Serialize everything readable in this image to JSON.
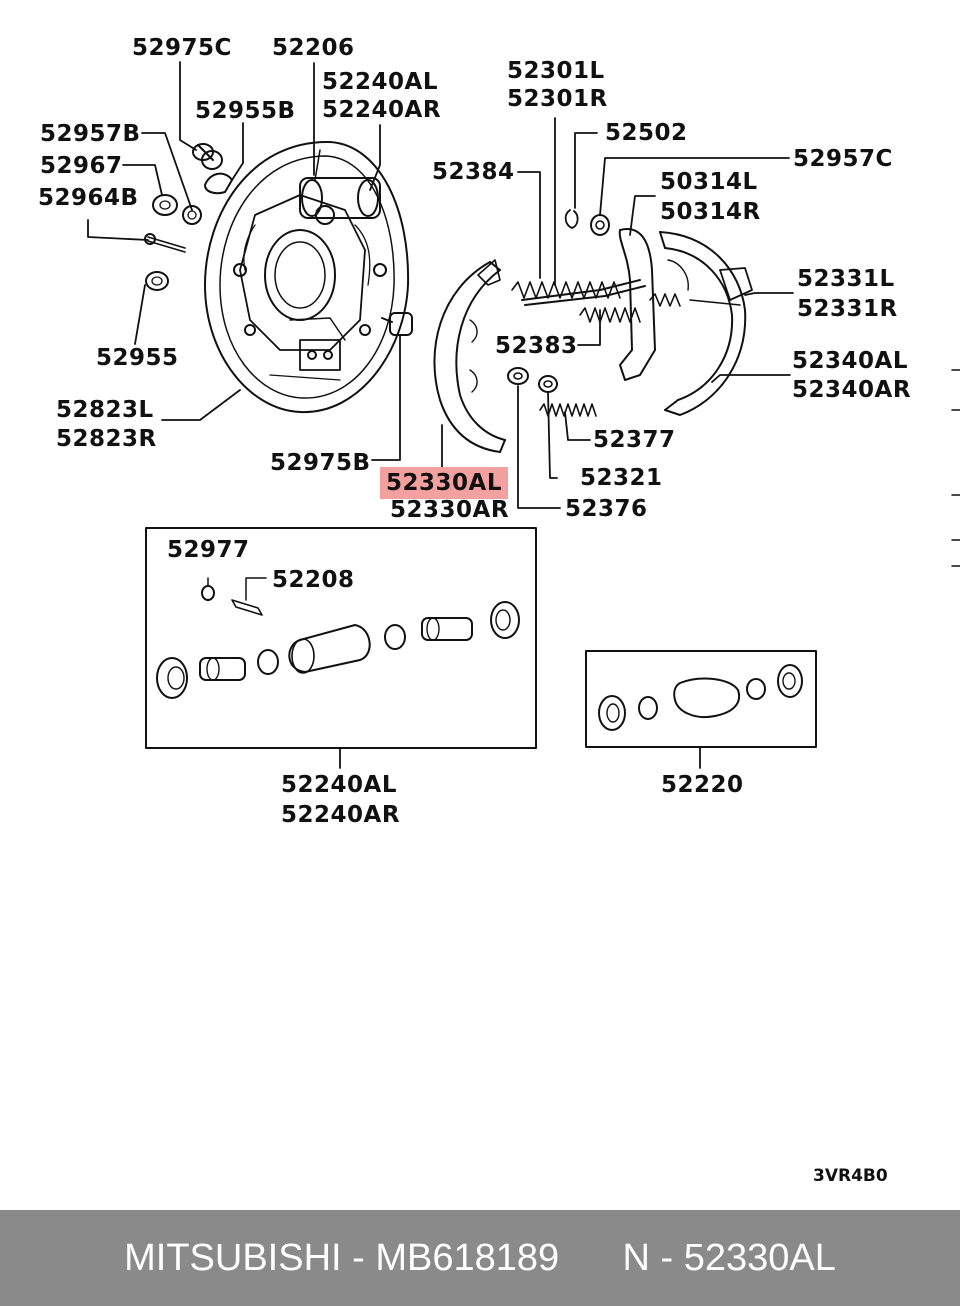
{
  "labels": [
    {
      "id": "52975C",
      "text": "52975C"
    },
    {
      "id": "52206",
      "text": "52206"
    },
    {
      "id": "52240AL-top",
      "text": "52240AL"
    },
    {
      "id": "52240AR-top",
      "text": "52240AR"
    },
    {
      "id": "52955B",
      "text": "52955B"
    },
    {
      "id": "52957B",
      "text": "52957B"
    },
    {
      "id": "52967",
      "text": "52967"
    },
    {
      "id": "52964B",
      "text": "52964B"
    },
    {
      "id": "52955",
      "text": "52955"
    },
    {
      "id": "52823L",
      "text": "52823L"
    },
    {
      "id": "52823R",
      "text": "52823R"
    },
    {
      "id": "52975B",
      "text": "52975B"
    },
    {
      "id": "52301L",
      "text": "52301L"
    },
    {
      "id": "52301R",
      "text": "52301R"
    },
    {
      "id": "52502",
      "text": "52502"
    },
    {
      "id": "52957C",
      "text": "52957C"
    },
    {
      "id": "52384",
      "text": "52384"
    },
    {
      "id": "50314L",
      "text": "50314L"
    },
    {
      "id": "50314R",
      "text": "50314R"
    },
    {
      "id": "52331L",
      "text": "52331L"
    },
    {
      "id": "52331R",
      "text": "52331R"
    },
    {
      "id": "52383",
      "text": "52383"
    },
    {
      "id": "52340AL",
      "text": "52340AL"
    },
    {
      "id": "52340AR",
      "text": "52340AR"
    },
    {
      "id": "52377",
      "text": "52377"
    },
    {
      "id": "52321",
      "text": "52321"
    },
    {
      "id": "52330AL",
      "text": "52330AL"
    },
    {
      "id": "52330AR",
      "text": "52330AR"
    },
    {
      "id": "52376",
      "text": "52376"
    },
    {
      "id": "52977",
      "text": "52977"
    },
    {
      "id": "52208",
      "text": "52208"
    },
    {
      "id": "52240AL-bottom",
      "text": "52240AL"
    },
    {
      "id": "52240AR-bottom",
      "text": "52240AR"
    },
    {
      "id": "52220",
      "text": "52220"
    }
  ],
  "diagram_code": "3VR4B0",
  "highlight_color": "#f3a0a0",
  "footer": {
    "brand_part": "MITSUBISHI - MB618189",
    "ref_part": "N - 52330AL",
    "background": "#8a8a8a"
  }
}
